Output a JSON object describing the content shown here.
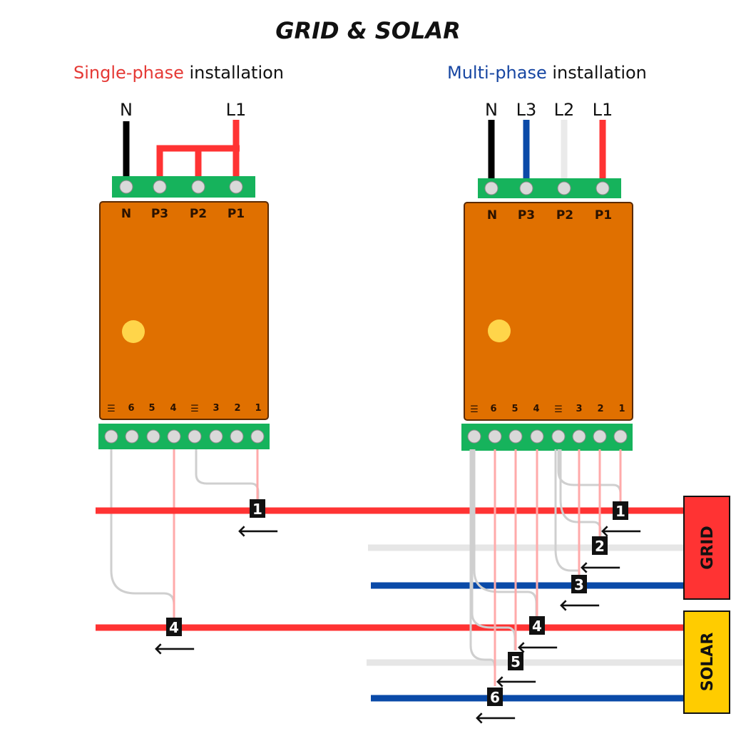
{
  "title": "GRID & SOLAR",
  "single": {
    "label_colored": "Single-phase",
    "label_rest": " installation",
    "wires": [
      "N",
      "L1"
    ],
    "top_terminals": [
      "N",
      "P3",
      "P2",
      "P1"
    ],
    "bottom_terminals": [
      "☰",
      "6",
      "5",
      "4",
      "☰",
      "3",
      "2",
      "1"
    ],
    "clamps": [
      "1",
      "4"
    ]
  },
  "multi": {
    "label_colored": "Multi-phase",
    "label_rest": " installation",
    "wires": [
      "N",
      "L3",
      "L2",
      "L1"
    ],
    "top_terminals": [
      "N",
      "P3",
      "P2",
      "P1"
    ],
    "bottom_terminals": [
      "☰",
      "6",
      "5",
      "4",
      "☰",
      "3",
      "2",
      "1"
    ],
    "clamps": [
      "1",
      "2",
      "3",
      "4",
      "5",
      "6"
    ]
  },
  "sources": {
    "grid": "GRID",
    "solar": "SOLAR"
  },
  "colors": {
    "device": "#e07000",
    "terminal_block": "#16b35c",
    "red_wire": "#ff3333",
    "blue_wire": "#0a4aa8",
    "white_wire": "#e6e6e6",
    "led": "#ffd54a",
    "grid_box": "#ff3333",
    "solar_box": "#ffcc00"
  }
}
